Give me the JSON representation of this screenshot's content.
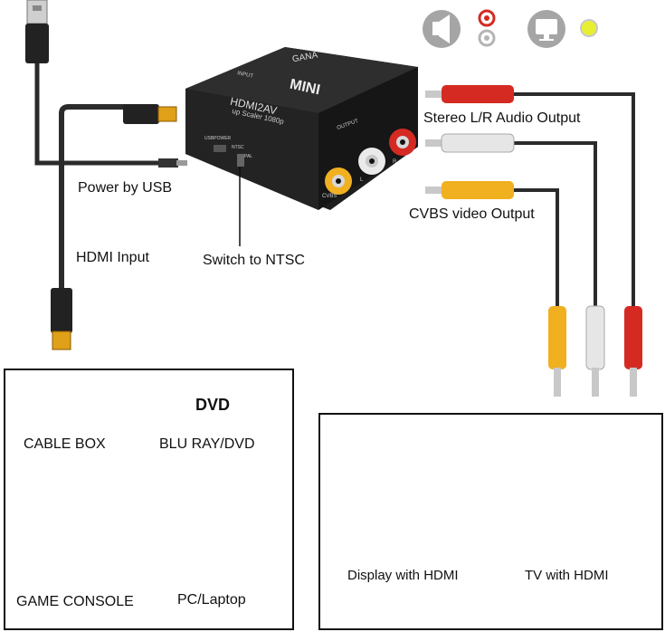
{
  "device": {
    "brand": "GANA",
    "model": "MINI",
    "name": "HDMI2AV",
    "subtitle": "up Scaler 1080p",
    "port_input": "INPUT",
    "port_output": "OUTPUT",
    "port_usb": "USBPOWER",
    "switch_ntsc": "NTSC",
    "switch_pal": "PAL",
    "jack_cvbs": "CVBS",
    "jack_l": "L",
    "jack_r": "R"
  },
  "labels": {
    "stereo_output": "Stereo L/R Audio Output",
    "video_output": "CVBS video Output",
    "power_usb": "Power by USB",
    "hdmi_input": "HDMI Input",
    "switch_ntsc": "Switch to NTSC"
  },
  "sources": {
    "items": [
      {
        "label": "CABLE BOX",
        "icon": "cable-box-icon"
      },
      {
        "label": "BLU RAY/DVD",
        "icon": "dvd-icon",
        "badge": "DVD"
      },
      {
        "label": "GAME CONSOLE",
        "icon": "game-console-icon"
      },
      {
        "label": "PC/Laptop",
        "icon": "pc-icon"
      }
    ]
  },
  "outputs": {
    "items": [
      {
        "label": "Display with HDMI",
        "icon": "monitor-icon"
      },
      {
        "label": "TV with HDMI",
        "icon": "tv-icon"
      }
    ]
  },
  "colors": {
    "cable": "#2b2b2b",
    "rca_red": "#d42a22",
    "rca_white": "#e6e6e6",
    "rca_yellow": "#f0b020",
    "device_body": "#1e1e1e",
    "icon_gray": "#9a9a9a",
    "led_yellow": "#e8ef30"
  }
}
